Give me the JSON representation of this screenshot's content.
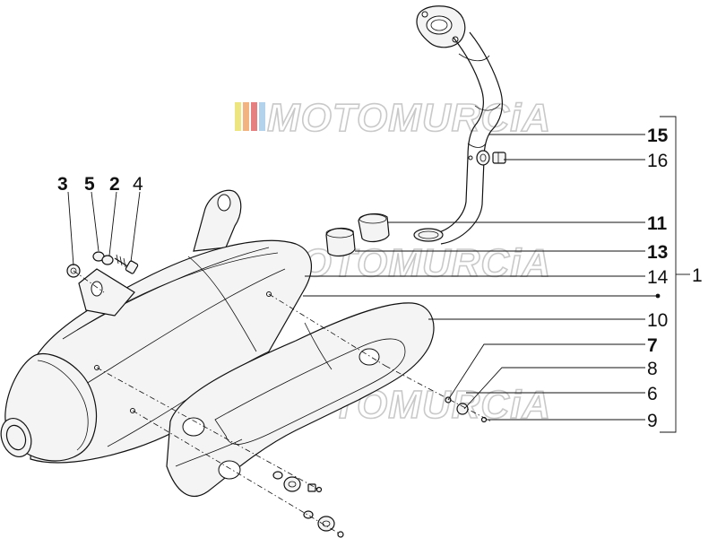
{
  "watermark": {
    "brand": "MOTOMURCiA",
    "stripe_colors": [
      "#e8e060",
      "#f0a060",
      "#e06060",
      "#a0c8e8",
      "#c0c0c0"
    ]
  },
  "callouts": {
    "c1": "1",
    "c2": "2",
    "c3": "3",
    "c4": "4",
    "c5": "5",
    "c6": "6",
    "c7": "7",
    "c8": "8",
    "c9": "9",
    "c10": "10",
    "c11": "11",
    "c13": "13",
    "c14": "14",
    "c15": "15",
    "c16": "16"
  }
}
